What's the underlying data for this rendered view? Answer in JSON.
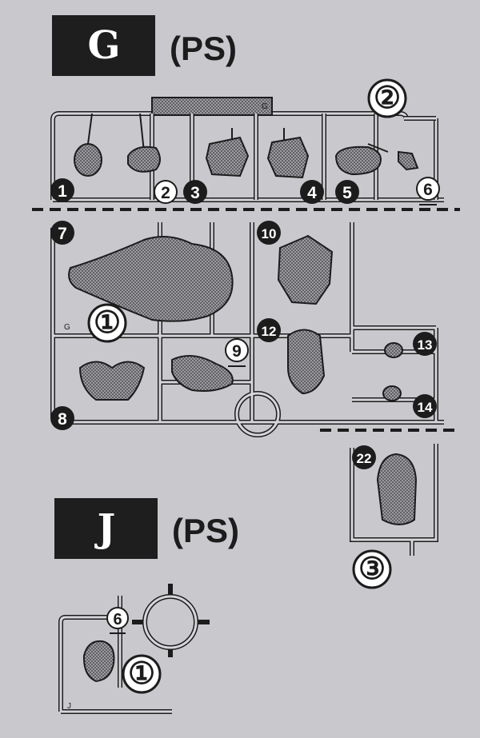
{
  "sections": [
    {
      "letter": "G",
      "material": "(PS)",
      "runner_mark": "G",
      "frames": [
        "①",
        "②"
      ],
      "parts": [
        "1",
        "2",
        "3",
        "4",
        "5",
        "6",
        "7",
        "8",
        "9",
        "10",
        "12",
        "13",
        "14"
      ]
    },
    {
      "letter_ref": "G",
      "frames": [
        "③"
      ],
      "parts": [
        "22"
      ]
    },
    {
      "letter": "J",
      "material": "(PS)",
      "runner_mark": "J",
      "frames": [
        "①"
      ],
      "parts": [
        "6"
      ]
    }
  ],
  "colors": {
    "background": "#c9c8cd",
    "ink": "#1c1c1c",
    "part_fill": "#8b8b90",
    "runner_fill": "#d6d6da",
    "header_fill": "#1e1e1e",
    "header_text": "#ffffff"
  }
}
